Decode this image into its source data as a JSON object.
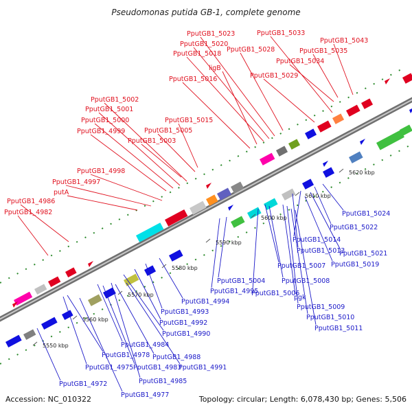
{
  "title": "Pseudomonas putida GB-1, complete genome",
  "footer": {
    "accession": "Accession: NC_010322",
    "info": "Topology: circular; Length: 6,078,430 bp; Genes: 5,506"
  },
  "colors": {
    "forward_label": "#e0101e",
    "reverse_label": "#1a18c8",
    "backbone": "#8c8c8c"
  },
  "ticks": [
    "5550 kbp",
    "5560 kbp",
    "5570 kbp",
    "5580 kbp",
    "5590 kbp",
    "5600 kbp",
    "5610 kbp",
    "5620 kbp"
  ],
  "forward_labels": [
    "PputGB1_4982",
    "PputGB1_4986",
    "putA",
    "PputGB1_4997",
    "PputGB1_4998",
    "PputGB1_4999",
    "PputGB1_5000",
    "PputGB1_5001",
    "PputGB1_5002",
    "PputGB1_5003",
    "PputGB1_5005",
    "PputGB1_5015",
    "PputGB1_5016",
    "ligB",
    "PputGB1_5018",
    "PputGB1_5020",
    "PputGB1_5023",
    "PputGB1_5028",
    "PputGB1_5029",
    "PputGB1_5033",
    "PputGB1_5034",
    "PputGB1_5035",
    "PputGB1_5043"
  ],
  "reverse_labels": [
    "PputGB1_5024",
    "PputGB1_5022",
    "PputGB1_5014",
    "PputGB1_5021",
    "PputGB1_5013",
    "PputGB1_5019",
    "PputGB1_5007",
    "PputGB1_5004",
    "PputGB1_5008",
    "PputGB1_4995",
    "PputGB1_5006",
    "pgk",
    "PputGB1_4994",
    "PputGB1_5009",
    "PputGB1_4993",
    "PputGB1_5010",
    "PputGB1_4992",
    "PputGB1_5011",
    "PputGB1_4990",
    "PputGB1_4984",
    "PputGB1_4978",
    "PputGB1_4988",
    "PputGB1_4975",
    "PputGB1_4983",
    "PputGB1_4991",
    "PputGB1_4985",
    "PputGB1_4972",
    "PputGB1_4977"
  ]
}
